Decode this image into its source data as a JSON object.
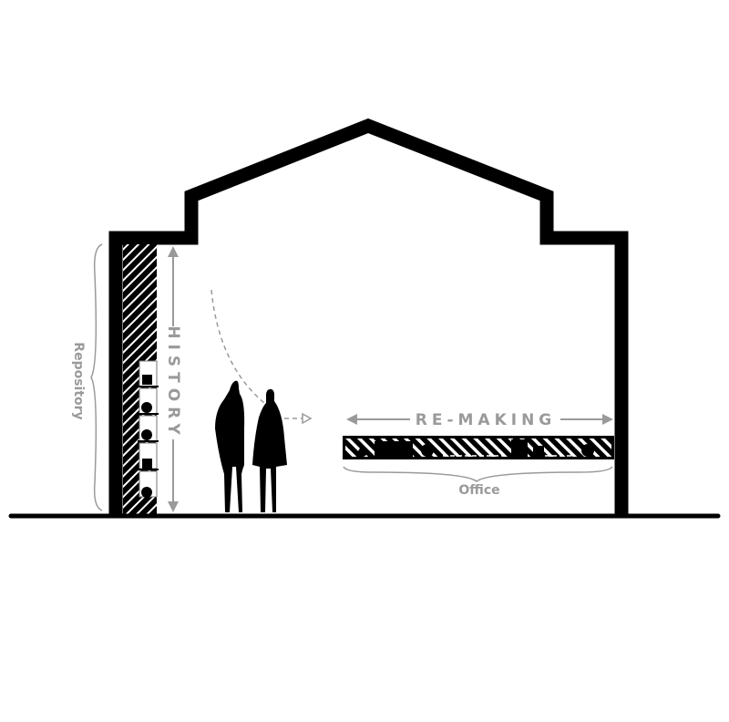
{
  "diagram": {
    "type": "architectural-section",
    "labels": {
      "history": "HISTORY",
      "repository": "Repository",
      "remaking": "RE-MAKING",
      "office": "Office"
    },
    "colors": {
      "structure": "#000000",
      "annotation": "#9a9a9a",
      "background": "#ffffff"
    },
    "shelf_items": [
      "square",
      "circle",
      "circle",
      "square",
      "circle"
    ]
  }
}
